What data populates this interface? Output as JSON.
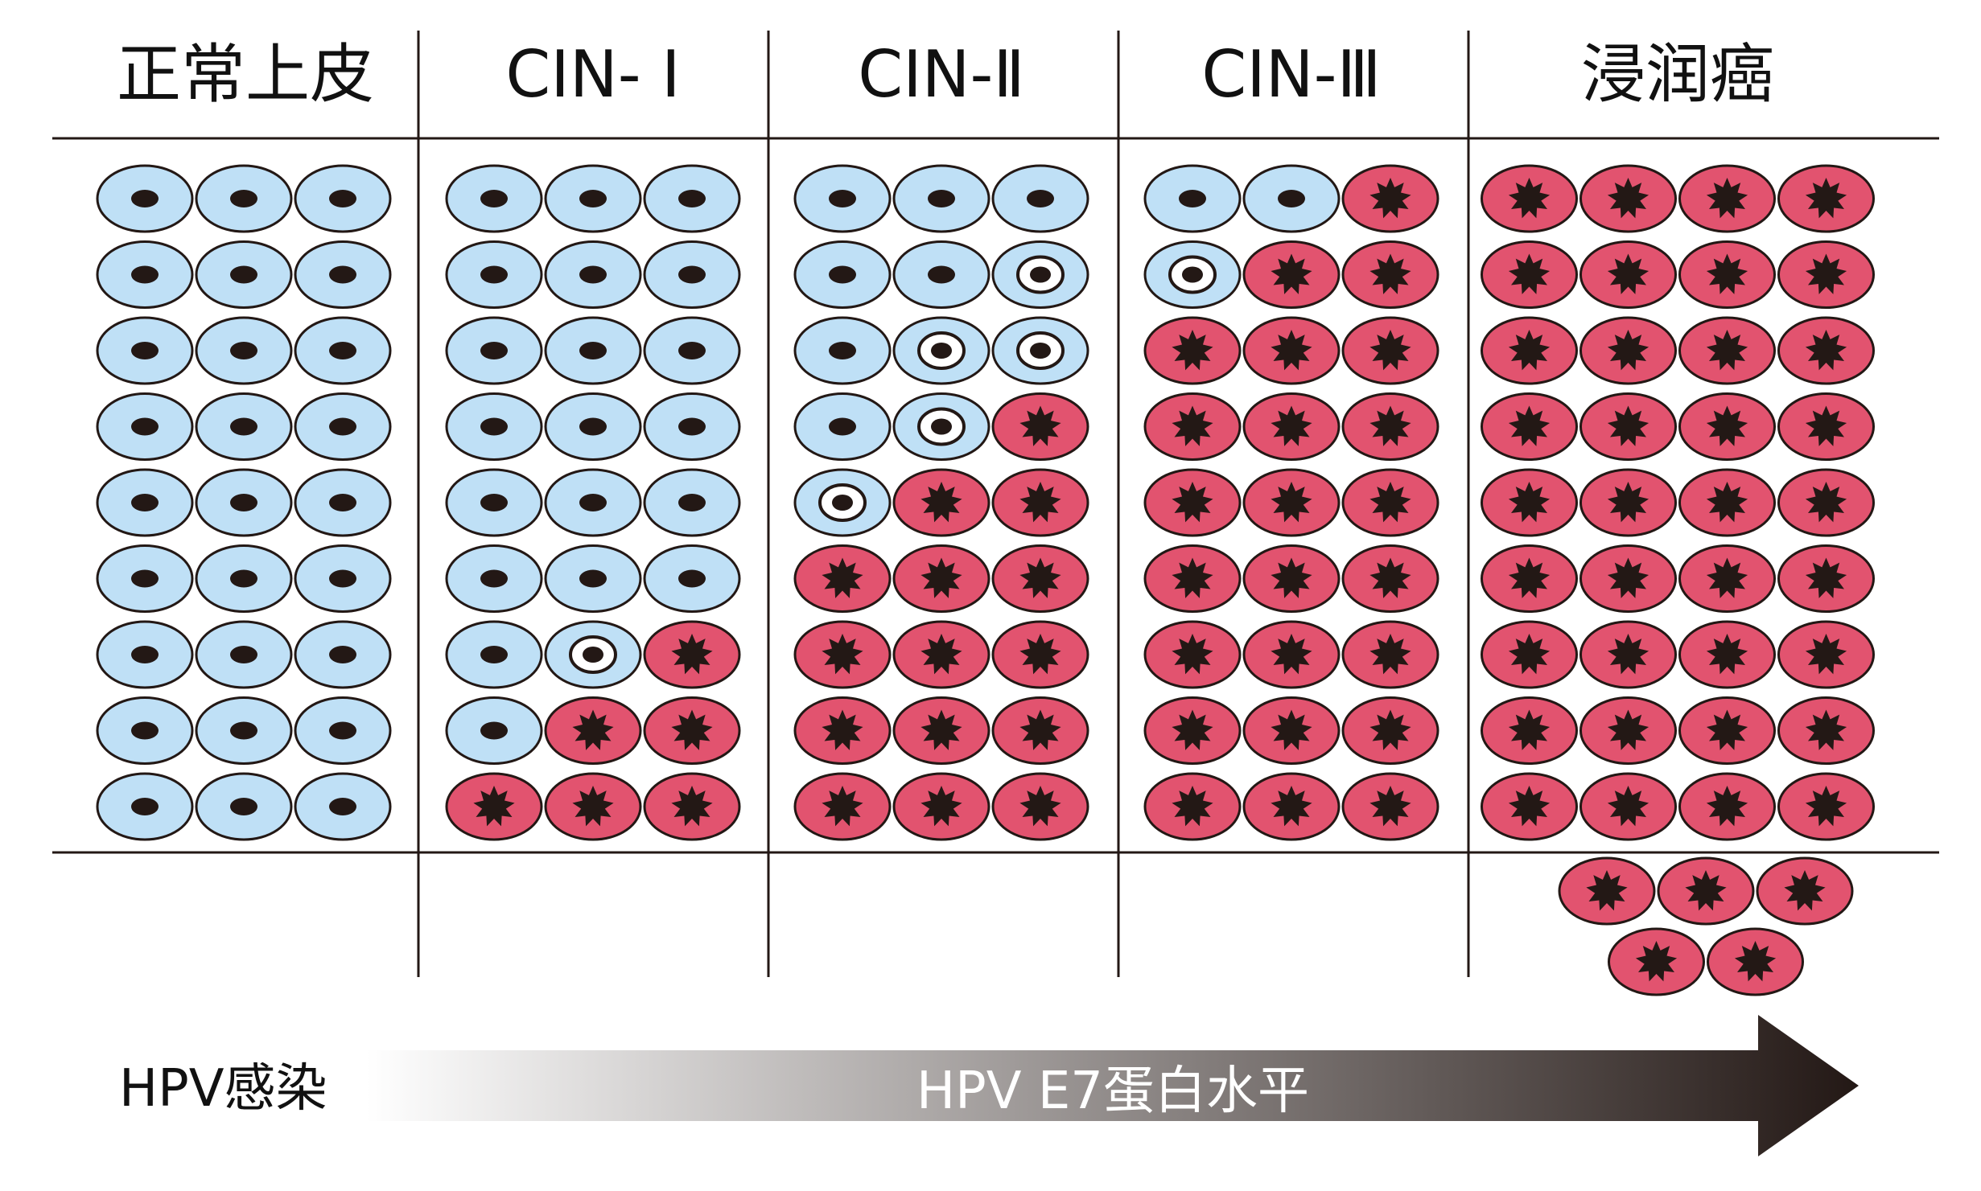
{
  "columns": [
    {
      "label": "正常上皮",
      "rows": [
        "NNN",
        "NNN",
        "NNN",
        "NNN",
        "NNN",
        "NNN",
        "NNN",
        "NNN",
        "NNN"
      ],
      "extra_rows": []
    },
    {
      "label": "CIN- Ⅰ",
      "rows": [
        "NNN",
        "NNN",
        "NNN",
        "NNN",
        "NNN",
        "NNN",
        "NKA",
        "NAA",
        "AAA"
      ],
      "extra_rows": []
    },
    {
      "label": "CIN-Ⅱ",
      "rows": [
        "NNN",
        "NNK",
        "NKK",
        "NKA",
        "KAA",
        "AAA",
        "AAA",
        "AAA",
        "AAA"
      ],
      "extra_rows": []
    },
    {
      "label": "CIN-Ⅲ",
      "rows": [
        "NNA",
        "KAA",
        "AAA",
        "AAA",
        "AAA",
        "AAA",
        "AAA",
        "AAA",
        "AAA"
      ],
      "extra_rows": []
    },
    {
      "label": "浸润癌",
      "rows": [
        "AAAA",
        "AAAA",
        "AAAA",
        "AAAA",
        "AAAA",
        "AAAA",
        "AAAA",
        "AAAA",
        "AAAA"
      ],
      "extra_rows": [
        "AAA",
        "AA"
      ]
    }
  ],
  "cell_legend": {
    "N": "normal-cell",
    "K": "koilocyte-cell",
    "A": "atypical-cell"
  },
  "bottom": {
    "left_label": "HPV感染",
    "arrow_label": "HPV E7蛋白水平"
  },
  "colors": {
    "normal_fill": "#bfe0f6",
    "atypical_fill": "#e2536f",
    "outline": "#231815",
    "nucleus": "#231815",
    "arrow_start": "#ffffff",
    "arrow_end": "#231815"
  }
}
